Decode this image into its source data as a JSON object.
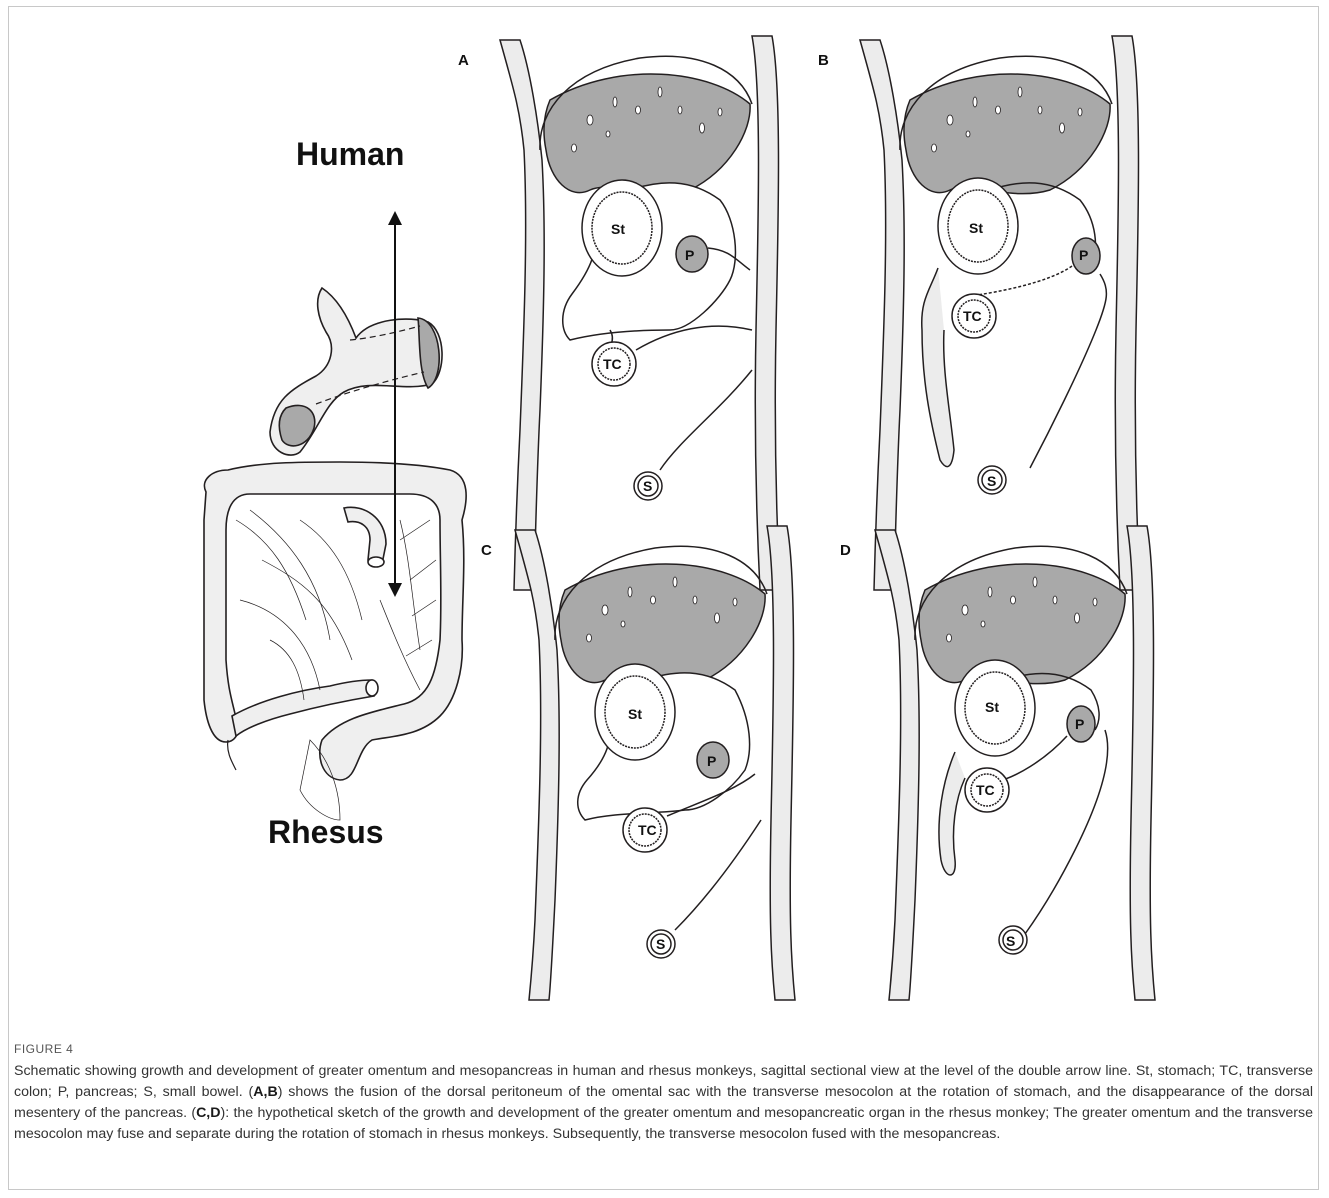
{
  "figure": {
    "label_top": "Human",
    "label_bottom": "Rhesus",
    "panels": [
      {
        "letter": "A",
        "organs": {
          "stomach": "St",
          "pancreas": "P",
          "colon": "TC",
          "bowel": "S"
        }
      },
      {
        "letter": "B",
        "organs": {
          "stomach": "St",
          "pancreas": "P",
          "colon": "TC",
          "bowel": "S"
        }
      },
      {
        "letter": "C",
        "organs": {
          "stomach": "St",
          "pancreas": "P",
          "colon": "TC",
          "bowel": "S"
        }
      },
      {
        "letter": "D",
        "organs": {
          "stomach": "St",
          "pancreas": "P",
          "colon": "TC",
          "bowel": "S"
        }
      }
    ]
  },
  "caption": {
    "title": "FIGURE 4",
    "parts": [
      "Schematic showing growth and development of greater omentum and mesopancreas in human and rhesus monkeys, sagittal sectional view at the level of the double arrow line. St, stomach; TC, transverse colon; P, pancreas; S, small bowel. (",
      "A,B",
      ") shows the fusion of the dorsal peritoneum of the omental sac with the transverse mesocolon at the rotation of stomach, and the disappearance of the dorsal mesentery of the pancreas. (",
      "C,D",
      "): the hypothetical sketch of the growth and development of the greater omentum and mesopancreatic organ in the rhesus monkey; The greater omentum and the transverse mesocolon may fuse and separate during the rotation of stomach in rhesus monkeys. Subsequently, the transverse mesocolon fused with the mesopancreas."
    ]
  },
  "colors": {
    "organ_fill": "#a9a9a9",
    "membrane_fill": "#ececec",
    "line": "#231f20"
  }
}
